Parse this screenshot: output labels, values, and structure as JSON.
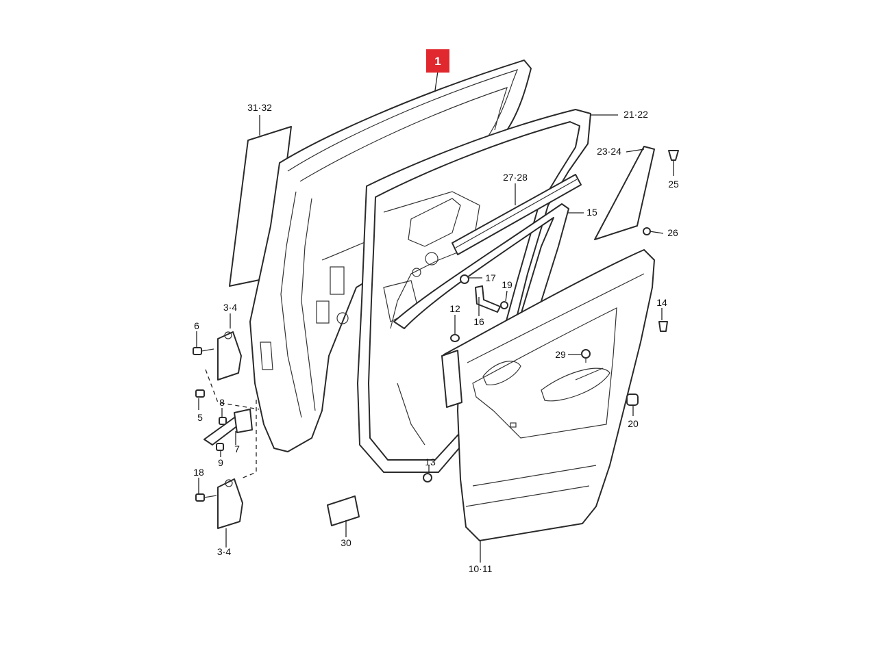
{
  "diagram": {
    "highlight": {
      "label": "1",
      "color": "#e0282e"
    },
    "callouts": [
      {
        "id": "c-31-32",
        "label": "31·32"
      },
      {
        "id": "c-21-22",
        "label": "21·22"
      },
      {
        "id": "c-23-24",
        "label": "23·24"
      },
      {
        "id": "c-25",
        "label": "25"
      },
      {
        "id": "c-27-28",
        "label": "27·28"
      },
      {
        "id": "c-15",
        "label": "15"
      },
      {
        "id": "c-26",
        "label": "26"
      },
      {
        "id": "c-17",
        "label": "17"
      },
      {
        "id": "c-19",
        "label": "19"
      },
      {
        "id": "c-16",
        "label": "16"
      },
      {
        "id": "c-12",
        "label": "12"
      },
      {
        "id": "c-14",
        "label": "14"
      },
      {
        "id": "c-3-4-top",
        "label": "3·4"
      },
      {
        "id": "c-6",
        "label": "6"
      },
      {
        "id": "c-5",
        "label": "5"
      },
      {
        "id": "c-8",
        "label": "8"
      },
      {
        "id": "c-7",
        "label": "7"
      },
      {
        "id": "c-9",
        "label": "9"
      },
      {
        "id": "c-29",
        "label": "29"
      },
      {
        "id": "c-20",
        "label": "20"
      },
      {
        "id": "c-13",
        "label": "13"
      },
      {
        "id": "c-18",
        "label": "18"
      },
      {
        "id": "c-3-4-bottom",
        "label": "3·4"
      },
      {
        "id": "c-30",
        "label": "30"
      },
      {
        "id": "c-10-11",
        "label": "10·11"
      }
    ]
  }
}
